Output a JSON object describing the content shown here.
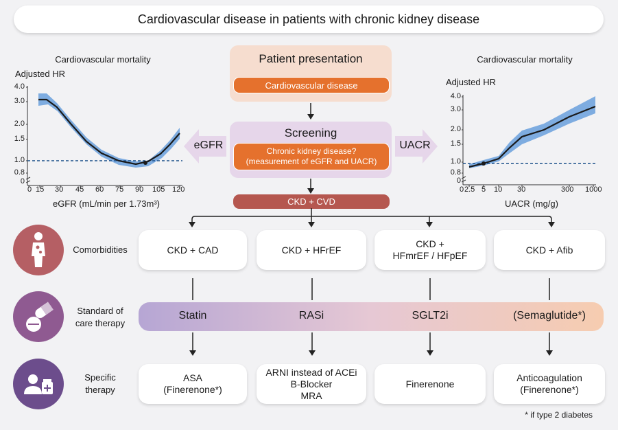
{
  "title": "Cardiovascular disease in patients with chronic kidney disease",
  "left_chart": {
    "title": "Cardiovascular mortality",
    "ylabel": "Adjusted HR",
    "xlabel": "eGFR (mL/min per 1.73m³)",
    "yticks": [
      "4.0",
      "3.0",
      "2.0",
      "1.5",
      "1.0",
      "0.8",
      "0"
    ],
    "xticks": [
      "0",
      "15",
      "30",
      "45",
      "60",
      "75",
      "90",
      "105",
      "120"
    ]
  },
  "right_chart": {
    "title": "Cardiovascular mortality",
    "ylabel": "Adjusted HR",
    "xlabel": "UACR (mg/g)",
    "yticks": [
      "4.0",
      "3.0",
      "2.0",
      "1.5",
      "1.0",
      "0.8",
      "0"
    ],
    "xticks": [
      "0",
      "2.5",
      "5",
      "10",
      "30",
      "300",
      "1000"
    ]
  },
  "center": {
    "presentation_title": "Patient presentation",
    "presentation_pill": "Cardiovascular disease",
    "screening_title": "Screening",
    "screening_pill_line1": "Chronic kidney disease?",
    "screening_pill_line2": "(measurement of eGFR and UACR)",
    "left_arrow_label": "eGFR",
    "right_arrow_label": "UACR",
    "ckd_cvd": "CKD + CVD"
  },
  "rows": {
    "comorbidities_label": "Comorbidities",
    "standard_label_line1": "Standard of",
    "standard_label_line2": "care therapy",
    "specific_label_line1": "Specific",
    "specific_label_line2": "therapy"
  },
  "comorbidities": [
    {
      "l1": "CKD + CAD",
      "l2": ""
    },
    {
      "l1": "CKD + HFrEF",
      "l2": ""
    },
    {
      "l1": "CKD +",
      "l2": "HFmrEF / HFpEF"
    },
    {
      "l1": "CKD + Afib",
      "l2": ""
    }
  ],
  "standard_therapies": [
    "Statin",
    "RASi",
    "SGLT2i",
    "(Semaglutide*)"
  ],
  "specific_therapies": [
    {
      "l1": "ASA",
      "l2": "(Finerenone*)",
      "l3": ""
    },
    {
      "l1": "ARNI instead of ACEi",
      "l2": "B-Blocker",
      "l3": "MRA"
    },
    {
      "l1": "Finerenone",
      "l2": "",
      "l3": ""
    },
    {
      "l1": "Anticoagulation",
      "l2": "(Finerenone*)",
      "l3": ""
    }
  ],
  "footnote": "* if type 2 diabetes",
  "colors": {
    "band": "#6aa0dc",
    "line": "#1a1a1a",
    "reference": "#1a4f8a",
    "orange": "#e5712d",
    "red": "#b5574f",
    "circle1": "#b55f64",
    "circle2": "#8f5a91",
    "circle3": "#6c4d8c"
  }
}
